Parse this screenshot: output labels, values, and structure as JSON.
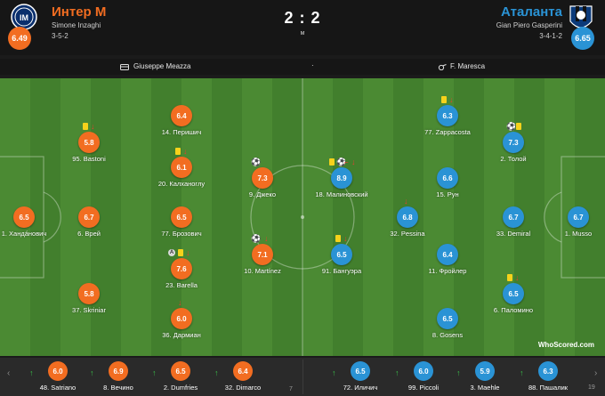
{
  "header": {
    "home": {
      "name": "Интер М",
      "manager": "Simone Inzaghi",
      "formation": "3-5-2",
      "rating": "6.49",
      "color": "#f26d21"
    },
    "away": {
      "name": "Аталанта",
      "manager": "Gian Piero Gasperini",
      "formation": "3-4-1-2",
      "rating": "6.65",
      "color": "#2a93d5"
    },
    "score": "2 : 2",
    "score_sub": "м"
  },
  "infobar": {
    "stadium": "Giuseppe Meazza",
    "separator": "·",
    "referee": "F. Maresca"
  },
  "home_players": [
    {
      "label": "1. Хандáнович",
      "rating": "6.5"
    },
    {
      "label": "95. Bastoni",
      "rating": "5.8"
    },
    {
      "label": "6. Врей",
      "rating": "6.7"
    },
    {
      "label": "37. Skriniar",
      "rating": "5.8"
    },
    {
      "label": "14. Перишич",
      "rating": "6.4"
    },
    {
      "label": "20. Калханоглу",
      "rating": "6.1"
    },
    {
      "label": "77. Брозович",
      "rating": "6.5"
    },
    {
      "label": "23. Barella",
      "rating": "7.6"
    },
    {
      "label": "36. Дармиан",
      "rating": "6.0"
    },
    {
      "label": "9. Джеко",
      "rating": "7.3"
    },
    {
      "label": "10. Martínez",
      "rating": "7.1"
    }
  ],
  "away_players": [
    {
      "label": "18. Малиновский",
      "rating": "8.9"
    },
    {
      "label": "91. Бангуэра",
      "rating": "6.5"
    },
    {
      "label": "77. Zappacosta",
      "rating": "6.3"
    },
    {
      "label": "15. Рун",
      "rating": "6.6"
    },
    {
      "label": "32. Pessina",
      "rating": "6.8"
    },
    {
      "label": "11. Фройлер",
      "rating": "6.4"
    },
    {
      "label": "8. Gosens",
      "rating": "6.5"
    },
    {
      "label": "2. Толой",
      "rating": "7.3"
    },
    {
      "label": "33. Demiral",
      "rating": "6.7"
    },
    {
      "label": "6. Паломино",
      "rating": "6.5"
    },
    {
      "label": "1. Musso",
      "rating": "6.7"
    }
  ],
  "bench": {
    "home": [
      {
        "label": "48. Satriano",
        "rating": "6.0"
      },
      {
        "label": "8. Вечино",
        "rating": "6.9"
      },
      {
        "label": "2. Dumfries",
        "rating": "6.5"
      },
      {
        "label": "32. Dimarco",
        "rating": "6.4"
      }
    ],
    "away": [
      {
        "label": "72. Иличич",
        "rating": "6.5"
      },
      {
        "label": "99. Piccoli",
        "rating": "6.0"
      },
      {
        "label": "3. Maehle",
        "rating": "5.9"
      },
      {
        "label": "88. Пашалик",
        "rating": "6.3"
      }
    ],
    "more_home": "7",
    "more_away": "19"
  },
  "watermark": "WhoScored.com",
  "icons": {
    "yellow_card": "yellow-card-icon",
    "sub_out": "sub-off-arrow-icon",
    "sub_in": "sub-on-arrow-icon",
    "goal": "ball-icon",
    "captain": "captain-icon"
  }
}
